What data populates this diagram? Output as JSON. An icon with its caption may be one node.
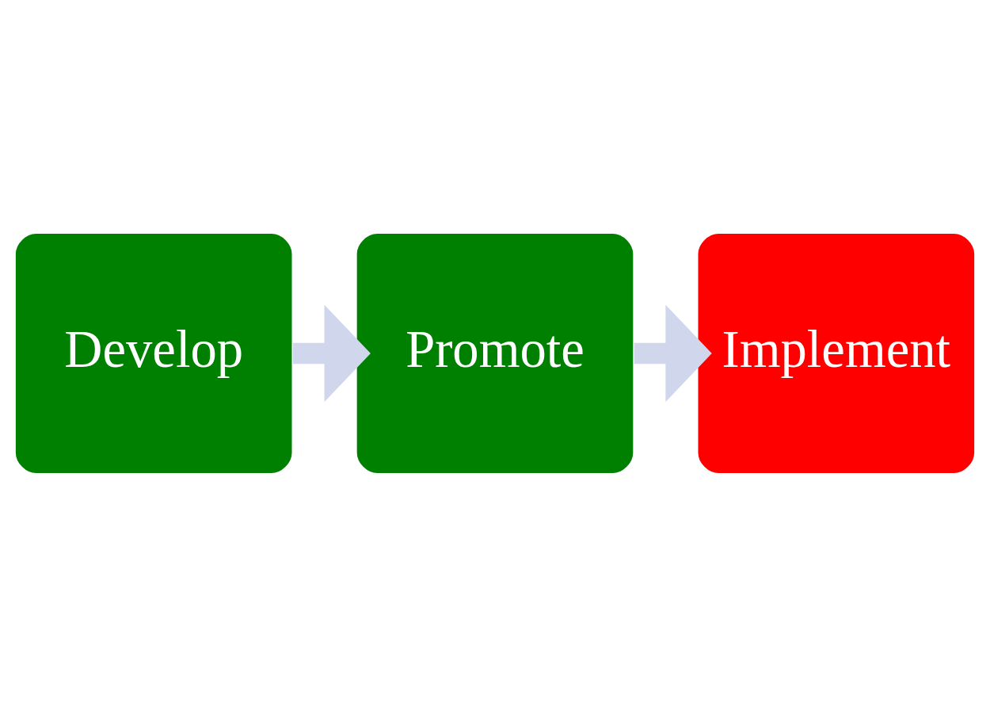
{
  "diagram": {
    "nodes": [
      {
        "text": [
          "Develop"
        ]
      },
      {
        "text": [
          "Promote"
        ]
      },
      {
        "text": [
          "Implement"
        ]
      }
    ],
    "edges": [
      {
        "from": 0,
        "to": 1,
        "arrow": "to"
      },
      {
        "from": 1,
        "to": 2,
        "arrow": "to"
      }
    ]
  }
}
